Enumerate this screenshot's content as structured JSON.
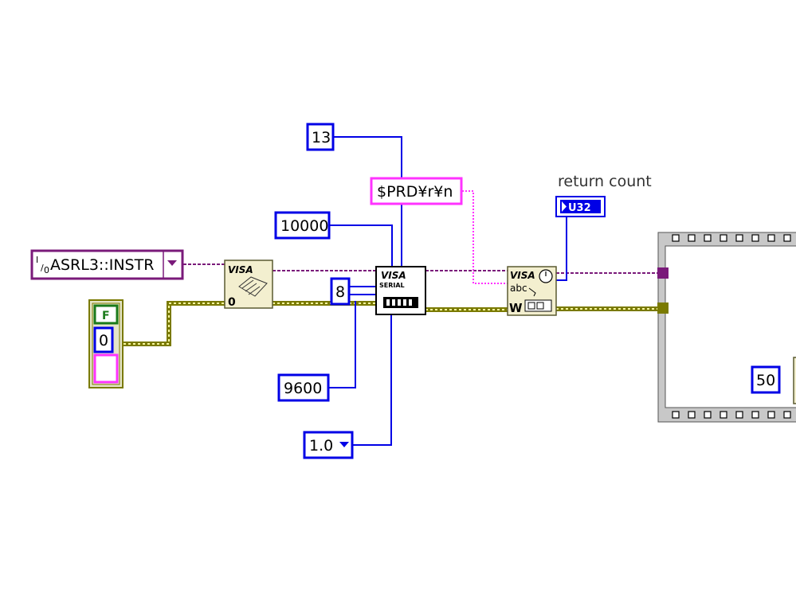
{
  "visa_resource": {
    "value": "ASRL3::INSTR",
    "io_icon": "io-glyph-icon",
    "dropdown_icon": "dropdown-arrow-icon"
  },
  "constants": {
    "termchar": "13",
    "timeout": "10000",
    "data_bits": "8",
    "baud_rate": "9600",
    "stop_bits": "1.0",
    "command_string": "$PRD¥r¥n",
    "wait_ms": "50"
  },
  "error_cluster": {
    "status": "F",
    "code": "0"
  },
  "indicator": {
    "label": "return count",
    "type": "U32"
  },
  "nodes": {
    "visa_open_text": "VISA",
    "visa_open_value": "0",
    "visa_config_text": "VISA",
    "visa_config_sub": "SERIAL",
    "visa_write_text": "VISA",
    "visa_write_sub": "abc",
    "visa_write_mode": "W"
  },
  "colors": {
    "visa_wire": "#7a1a7a",
    "error_wire": "#7a7a00",
    "numeric_wire": "#0000e6",
    "string_wire": "#ff33ff",
    "node_fill": "#f3efcf",
    "frame_fill": "#c8c8c8"
  }
}
